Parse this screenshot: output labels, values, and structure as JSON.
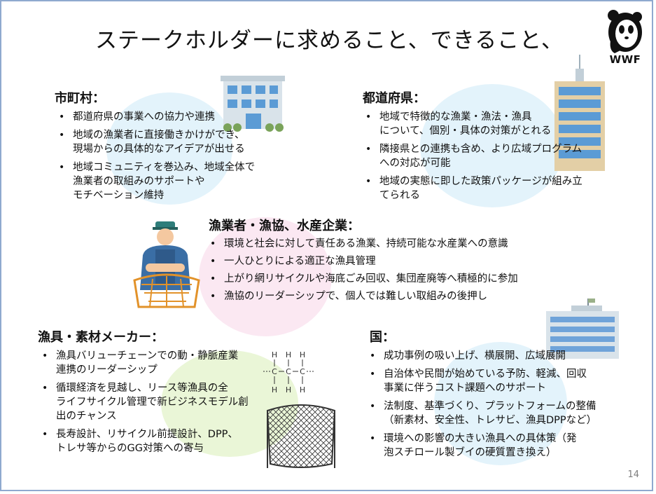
{
  "title": "ステークホルダーに求めること、できること、",
  "logo": {
    "text": "WWF"
  },
  "page_number": "14",
  "sections": {
    "municipality": {
      "heading": "市町村：",
      "items": [
        "都道府県の事業への協力や連携",
        "地域の漁業者に直接働きかけができ、\n現場からの具体的なアイデアが出せる",
        "地域コミュニティを巻込み、地域全体で\n漁業者の取組みのサポートや\nモチベーション維持"
      ]
    },
    "prefecture": {
      "heading": "都道府県：",
      "items": [
        "地域で特徴的な漁業・漁法・漁具\nについて、個別・具体の対策がとれる",
        "隣接県との連携も含め、より広域プログラム\nへの対応が可能",
        "地域の実態に即した政策パッケージが組み立\nてられる"
      ]
    },
    "fishers": {
      "heading": "漁業者・漁協、水産企業：",
      "items": [
        "環境と社会に対して責任ある漁業、持続可能な水産業への意識",
        "一人ひとりによる適正な漁具管理",
        "上がり網リサイクルや海底ごみ回収、集団産廃等へ積極的に参加",
        "漁協のリーダーシップで、個人では難しい取組みの後押し"
      ]
    },
    "gear_makers": {
      "heading": "漁具・素材メーカー：",
      "items": [
        "漁具バリューチェーンでの動・静脈産業\n連携のリーダーシップ",
        "循環経済を見越し、リース等漁具の全\nライフサイクル管理で新ビジネスモデル創\n出のチャンス",
        "長寿設計、リサイクル前提設計、DPP、\nトレサ等からのGG対策への寄与"
      ]
    },
    "country": {
      "heading": "国：",
      "items": [
        "成功事例の吸い上げ、横展開、広域展開",
        "自治体や民間が始めている予防、軽減、回収\n事業に伴うコスト課題へのサポート",
        "法制度、基準づくり、プラットフォームの整備\n（新素材、安全性、トレサビ、漁具DPPなど）",
        "環境への影響の大きい漁具への具体策（発\n泡スチロール製ブイの硬質置き換え）"
      ]
    }
  },
  "molecule": {
    "h": "H",
    "c": "C"
  },
  "colors": {
    "circle_blue": "#e3f3fb",
    "circle_pink": "#fbe8f2",
    "circle_green": "#eaf6d7",
    "frame": "#8fa9cf",
    "building_blue": "#5b9bd5"
  }
}
